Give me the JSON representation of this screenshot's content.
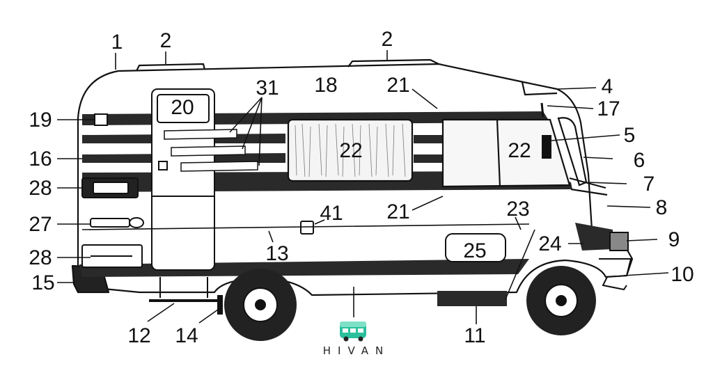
{
  "labels": {
    "l1": "1",
    "l2a": "2",
    "l2b": "2",
    "l31": "31",
    "l18": "18",
    "l21a": "21",
    "l4": "4",
    "l17": "17",
    "l19": "19",
    "l20": "20",
    "l22a": "22",
    "l22b": "22",
    "l5": "5",
    "l16": "16",
    "l6": "6",
    "l28a": "28",
    "l7": "7",
    "l21b": "21",
    "l8": "8",
    "l27": "27",
    "l41": "41",
    "l23": "23",
    "l13": "13",
    "l24": "24",
    "l9": "9",
    "l28b": "28",
    "l25": "25",
    "l15": "15",
    "l10": "10",
    "l12": "12",
    "l14": "14",
    "l11": "11"
  },
  "brand": {
    "name": "HIVAN",
    "color": "#2bbf9c"
  }
}
